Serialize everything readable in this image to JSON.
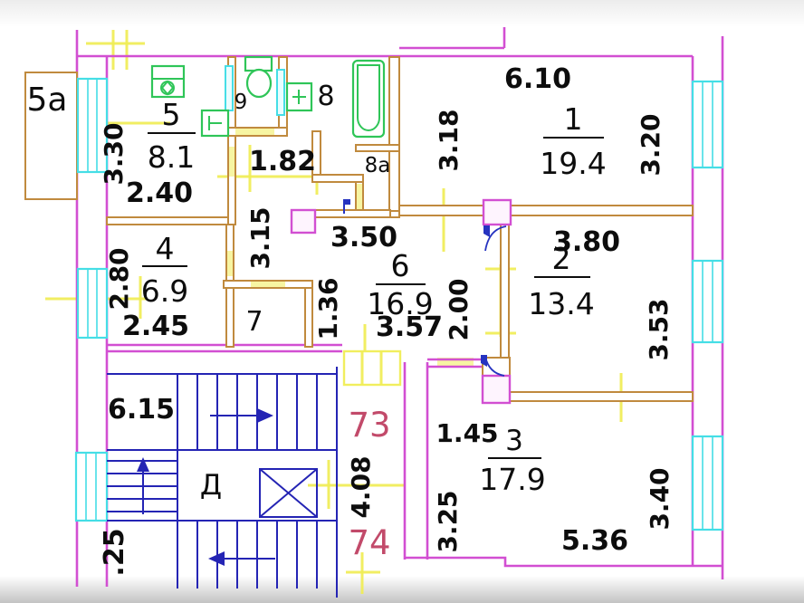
{
  "colors": {
    "wall_exterior": "#d24fd2",
    "wall_interior": "#c08a3e",
    "window": "#45dee6",
    "fixture": "#2fc558",
    "dimension": "#f0ed55",
    "stair": "#2424b4",
    "apartment_number": "#c24a6a",
    "text": "#0d0d0d"
  },
  "rooms": {
    "balcony": {
      "number": "5a"
    },
    "kitchen": {
      "number": "5",
      "area": "8.1"
    },
    "wc": {
      "number": "9"
    },
    "bathroom": {
      "number": "8"
    },
    "bath_niche": {
      "number": "8a"
    },
    "living1": {
      "number": "1",
      "area": "19.4"
    },
    "living2": {
      "number": "2",
      "area": "13.4"
    },
    "living3": {
      "number": "3",
      "area": "17.9"
    },
    "room4": {
      "number": "4",
      "area": "6.9"
    },
    "closet": {
      "number": "7"
    },
    "hall": {
      "number": "6",
      "area": "16.9"
    }
  },
  "dimensions": {
    "kitchen_depth": "3.30",
    "kitchen_width": "2.40",
    "wc_hall_width": "1.82",
    "living1_width": "6.10",
    "living1_depth_left": "3.18",
    "living1_depth_right": "3.20",
    "hall_left": "3.15",
    "hall_top": "3.50",
    "hall_mid": "1.36",
    "hall_bottom": "3.57",
    "hall_right": "2.00",
    "room4_depth": "2.80",
    "room4_width": "2.45",
    "living2_width": "3.80",
    "living2_depth": "3.53",
    "living3_entry": "1.45",
    "living3_left": "3.25",
    "living3_width": "5.36",
    "living3_right": "3.40",
    "stair_width": "6.15",
    "stair_side": ".25",
    "landing_depth": "4.08"
  },
  "stairwell": {
    "letter": "Д",
    "apartment_top": "73",
    "apartment_bottom": "74"
  }
}
